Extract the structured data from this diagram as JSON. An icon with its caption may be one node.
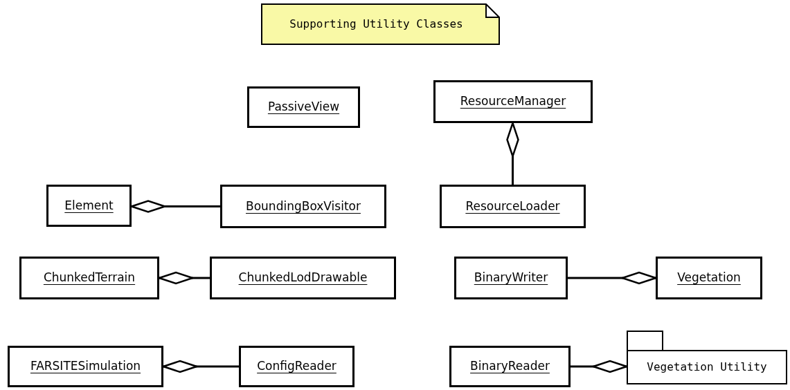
{
  "diagram": {
    "nodes": [
      {
        "text": [
          "Supporting Utility Classes"
        ]
      },
      {
        "text": [
          "PassiveView"
        ]
      },
      {
        "text": [
          "ResourceManager"
        ]
      },
      {
        "text": [
          "Element"
        ]
      },
      {
        "text": [
          "BoundingBoxVisitor"
        ]
      },
      {
        "text": [
          "ResourceLoader"
        ]
      },
      {
        "text": [
          "ChunkedTerrain"
        ]
      },
      {
        "text": [
          "ChunkedLodDrawable"
        ]
      },
      {
        "text": [
          "BinaryWriter"
        ]
      },
      {
        "text": [
          "Vegetation"
        ]
      },
      {
        "text": [
          "FARSITESimulation"
        ]
      },
      {
        "text": [
          "ConfigReader"
        ]
      },
      {
        "text": [
          "BinaryReader"
        ]
      },
      {
        "text": [
          "Vegetation Utility"
        ]
      }
    ],
    "edges": [
      {
        "from": 4,
        "to": 3,
        "arrow": "other"
      },
      {
        "from": 5,
        "to": 2,
        "arrow": "other"
      },
      {
        "from": 7,
        "to": 6,
        "arrow": "other"
      },
      {
        "from": 8,
        "to": 9,
        "arrow": "other"
      },
      {
        "from": 11,
        "to": 10,
        "arrow": "other"
      },
      {
        "from": 12,
        "to": 13,
        "arrow": "other"
      }
    ]
  }
}
